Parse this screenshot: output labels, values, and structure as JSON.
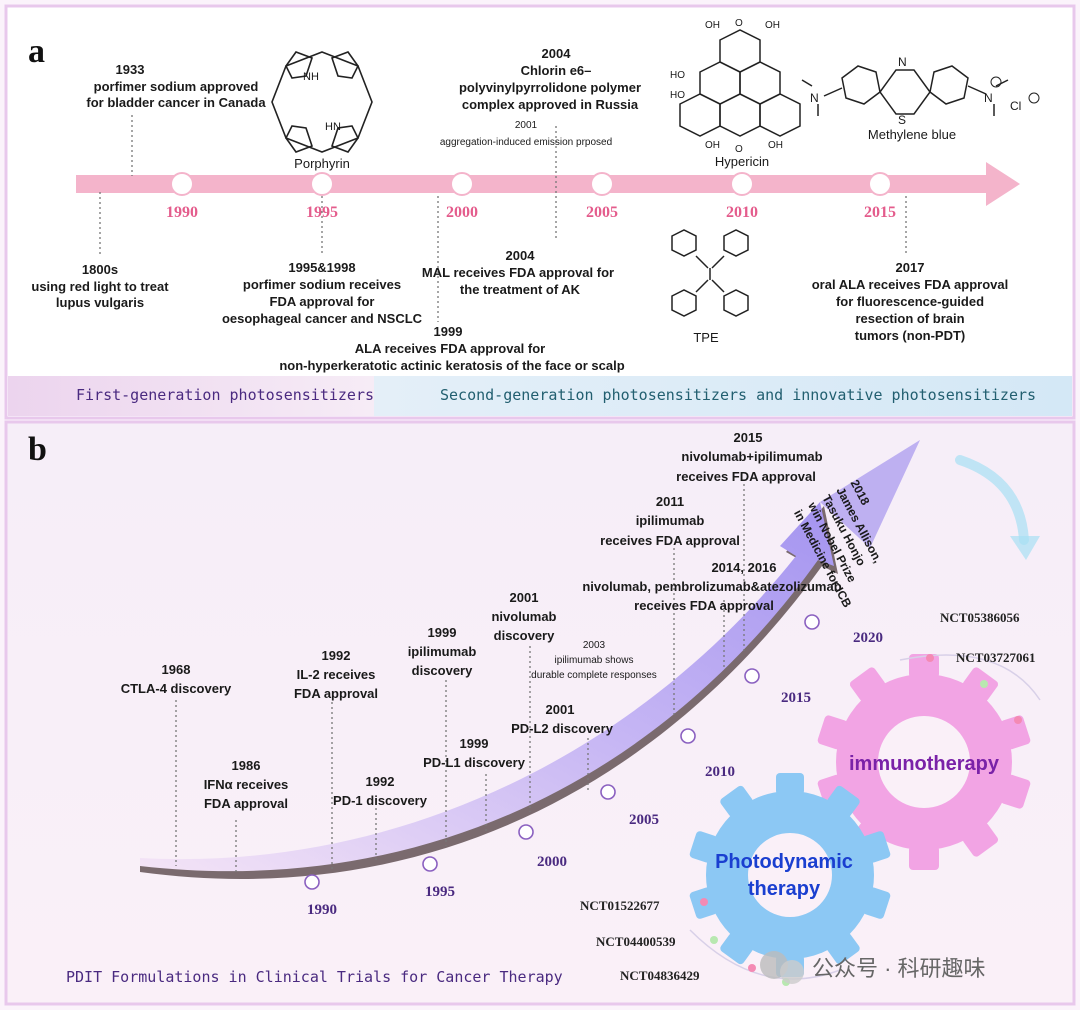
{
  "panel_a": {
    "letter": "a",
    "years": [
      "1990",
      "1995",
      "2000",
      "2005",
      "2010",
      "2015"
    ],
    "events_top": [
      {
        "year": "1933",
        "lines": [
          "porfimer sodium approved",
          "for bladder cancer in Canada"
        ]
      },
      {
        "year": "2004",
        "lines": [
          "Chlorin e6–",
          "polyvinylpyrrolidone polymer",
          "complex approved in Russia"
        ]
      },
      {
        "year": "2001",
        "lines": [
          "aggregation-induced emission prposed"
        ]
      }
    ],
    "events_bottom": [
      {
        "year": "1800s",
        "lines": [
          "using red light to treat",
          "lupus vulgaris"
        ]
      },
      {
        "year": "1995&1998",
        "lines": [
          "porfimer sodium receives",
          "FDA approval for",
          "oesophageal cancer and NSCLC"
        ]
      },
      {
        "year": "1999",
        "lines": [
          "ALA receives FDA approval for",
          "non-hyperkeratotic actinic keratosis of the face or scalp"
        ]
      },
      {
        "year": "2004",
        "lines": [
          "MAL receives FDA approval  for",
          "the treatment of AK"
        ]
      },
      {
        "year": "2017",
        "lines": [
          "oral ALA receives FDA approval",
          "for fluorescence-guided",
          "resection of brain",
          "tumors (non-PDT)"
        ]
      }
    ],
    "molecules": {
      "porphyrin": "Porphyrin",
      "hypericin": "Hypericin",
      "methylene_blue": "Methylene blue",
      "tpe": "TPE"
    },
    "generation_first": "First-generation photosensitizers",
    "generation_second": "Second-generation photosensitizers and innovative photosensitizers"
  },
  "panel_b": {
    "letter": "b",
    "years": [
      "1990",
      "1995",
      "2000",
      "2005",
      "2010",
      "2015",
      "2020"
    ],
    "events": [
      {
        "year": "1968",
        "lines": [
          "CTLA-4 discovery"
        ]
      },
      {
        "year": "1986",
        "lines": [
          "IFNα receives",
          "FDA approval"
        ]
      },
      {
        "year": "1992",
        "lines": [
          "IL-2 receives",
          "FDA approval"
        ]
      },
      {
        "year": "1992",
        "lines": [
          "PD-1 discovery"
        ]
      },
      {
        "year": "1999",
        "lines": [
          "ipilimumab",
          "discovery"
        ]
      },
      {
        "year": "1999",
        "lines": [
          "PD-L1 discovery"
        ]
      },
      {
        "year": "2001",
        "lines": [
          "nivolumab",
          "discovery"
        ]
      },
      {
        "year": "2001",
        "lines": [
          "PD-L2 discovery"
        ]
      },
      {
        "year": "2003",
        "lines": [
          "ipilimumab shows",
          "durable complete responses"
        ]
      },
      {
        "year": "2011",
        "lines": [
          "ipilimumab",
          "receives FDA approval"
        ]
      },
      {
        "year": "2014, 2016",
        "lines": [
          "nivolumab, pembrolizumab&atezolizumab",
          "receives FDA approval"
        ]
      },
      {
        "year": "2015",
        "lines": [
          "nivolumab+ipilimumab",
          "receives FDA approval"
        ]
      }
    ],
    "nobel": [
      "2018",
      "James Allison,",
      "Tasuku Honjo",
      "win Nobel Prize",
      "in Medicine for ICB"
    ],
    "gear_immuno": "immunotherapy",
    "gear_pdt": [
      "Photodynamic",
      "therapy"
    ],
    "trials": [
      "NCT05386056",
      "NCT03727061",
      "NCT01522677",
      "NCT04400539",
      "NCT04836429"
    ],
    "footer": "PDIT Formulations in Clinical Trials for Cancer Therapy",
    "watermark": "公众号 · 科研趣味"
  },
  "colors": {
    "timeline_pink": "#f4b4cb",
    "year_pink": "#e45c8c",
    "arrow_purple": "#b8a8f4",
    "purple_text": "#4a2a80",
    "teal_text": "#225f70",
    "gear_pink": "#f2a4e4",
    "gear_blue": "#8cc8f4",
    "pdt_text": "#1a3fd0",
    "immuno_text": "#7a22a8"
  }
}
